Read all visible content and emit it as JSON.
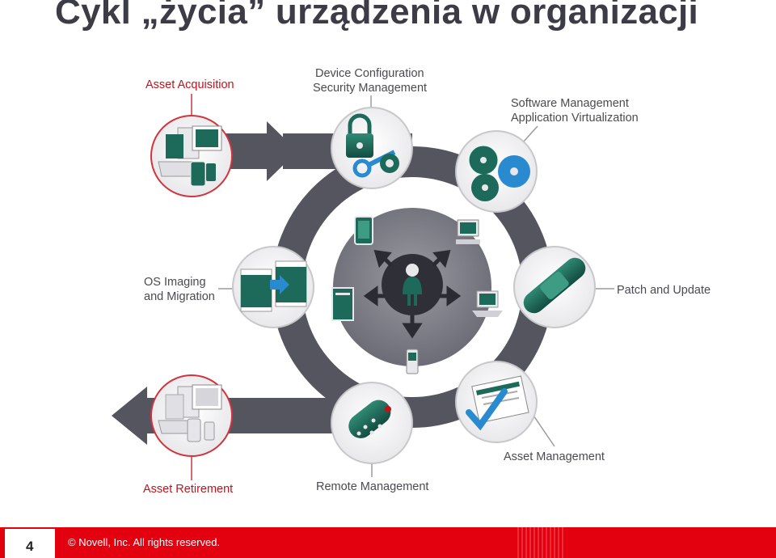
{
  "title": "Cykl „życia” urządzenia w organizacji",
  "labels": {
    "asset_acquisition": "Asset Acquisition",
    "device_config_line1": "Device Configuration",
    "device_config_line2": "Security Management",
    "software_line1": "Software Management",
    "software_line2": "Application Virtualization",
    "os_line1": "OS Imaging",
    "os_line2": "and Migration",
    "patch": "Patch and Update",
    "asset_management": "Asset Management",
    "asset_retirement": "Asset Retirement",
    "remote_management": "Remote Management"
  },
  "footer": {
    "page_number": "4",
    "copyright": "©  Novell, Inc.  All rights reserved."
  },
  "colors": {
    "accent_red": "#e3000f",
    "label_red": "#c0141c",
    "ring_gray": "#55555f",
    "icon_teal": "#1d6a5a"
  },
  "icons": [
    "computers-icon",
    "lock-keys-icon",
    "discs-icon",
    "boxes-icon",
    "bandage-icon",
    "clipboard-check-icon",
    "remote-control-icon",
    "user-icon"
  ]
}
